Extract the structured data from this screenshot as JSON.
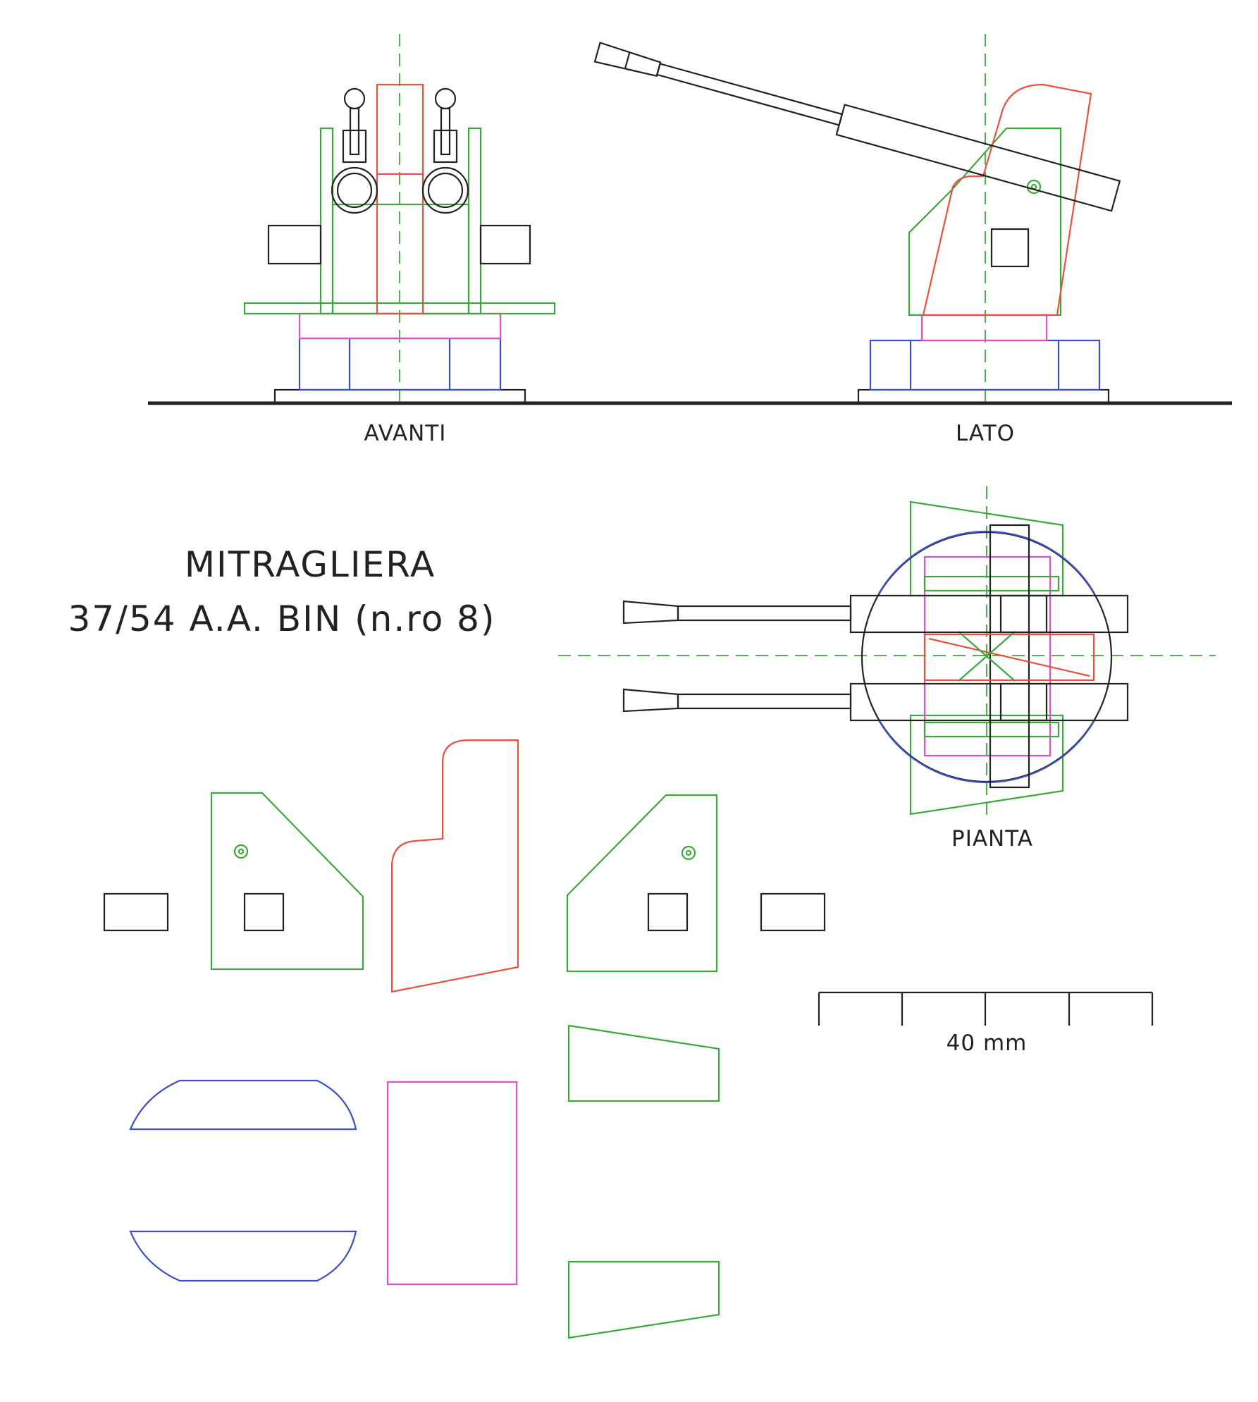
{
  "title": {
    "line1": "MITRAGLIERA",
    "line2": "37/54 A.A. BIN (n.ro 8)"
  },
  "views": {
    "front": "AVANTI",
    "side": "LATO",
    "plan": "PIANTA"
  },
  "scale": {
    "label": "40 mm"
  },
  "colors": {
    "green": "#3aa83a",
    "red": "#e8503f",
    "pink": "#e04fc8",
    "blue": "#3c4fc0",
    "black": "#222222"
  }
}
